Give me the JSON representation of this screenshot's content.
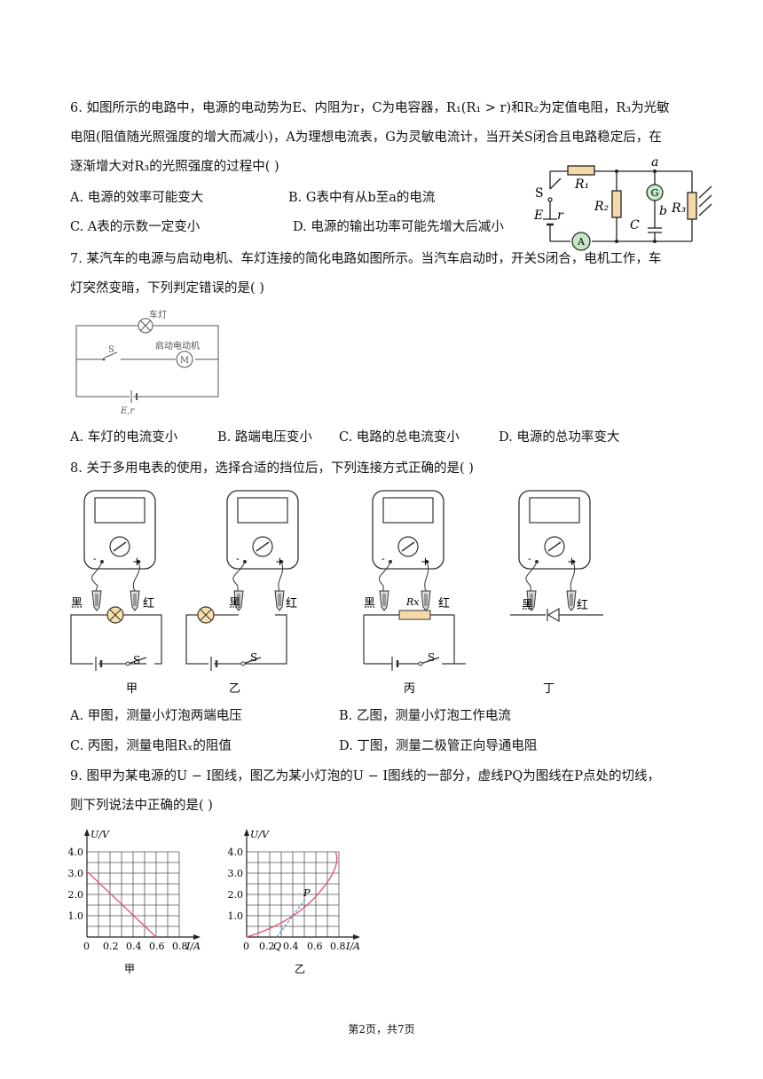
{
  "q6": {
    "line1": "6. 如图所示的电路中，电源的电动势为E、内阻为r，C为电容器，R₁(R₁ > r)和R₂为定值电阻，R₃为光敏",
    "line2": "电阻(阻值随光照强度的增大而减小)，A为理想电流表，G为灵敏电流计，当开关S闭合且电路稳定后，在",
    "line3": "逐渐增大对R₃的光照强度的过程中(    )",
    "optA": "A. 电源的效率可能变大",
    "optB": "B. G表中有从b至a的电流",
    "optC": "C. A表的示数一定变小",
    "optD": "D. 电源的输出功率可能先增大后减小",
    "fig": {
      "S": "S",
      "E": "E",
      "r": "r",
      "R1": "R₁",
      "R2": "R₂",
      "R3": "R₃",
      "a": "a",
      "b": "b",
      "C": "C",
      "G": "G",
      "A": "A"
    }
  },
  "q7": {
    "line1": "7. 某汽车的电源与启动电机、车灯连接的简化电路如图所示。当汽车启动时，开关S闭合，电机工作，车",
    "line2": "灯突然变暗，下列判定错误的是(    )",
    "fig": {
      "lamp": "车灯",
      "motor": "启动电动机",
      "S": "S",
      "M": "M",
      "Er": "E,r"
    },
    "optA": "A. 车灯的电流变小",
    "optB": "B. 路端电压变小",
    "optC": "C. 电路的总电流变小",
    "optD": "D. 电源的总功率变大"
  },
  "q8": {
    "line1": "8. 关于多用电表的使用，选择合适的挡位后，下列连接方式正确的是(    )",
    "black": "黑",
    "red": "红",
    "S": "S",
    "Rx": "Rx",
    "minus": "-",
    "plus": "+",
    "captions": [
      "甲",
      "乙",
      "丙",
      "丁"
    ],
    "optA": "A. 甲图，测量小灯泡两端电压",
    "optB": "B. 乙图，测量小灯泡工作电流",
    "optC": "C. 丙图，测量电阻Rₓ的阻值",
    "optD": "D. 丁图，测量二极管正向导通电阻"
  },
  "q9": {
    "line1": "9. 图甲为某电源的U − I图线，图乙为某小灯泡的U − I图线的一部分，虚线PQ为图线在P点处的切线，",
    "line2": "则下列说法中正确的是(    )",
    "ylabel": "U/V",
    "xlabel": "I/A",
    "yticks": [
      "4.0",
      "3.0",
      "2.0",
      "1.0"
    ],
    "xticks_a": [
      "0",
      "0.2",
      "0.4",
      "0.6",
      "0.8"
    ],
    "xticks_b": [
      "0",
      "0.2",
      "Q",
      "0.4",
      "0.6",
      "0.8"
    ],
    "P": "P",
    "cap_a": "甲",
    "cap_b": "乙"
  },
  "footer": "第2页，共7页"
}
